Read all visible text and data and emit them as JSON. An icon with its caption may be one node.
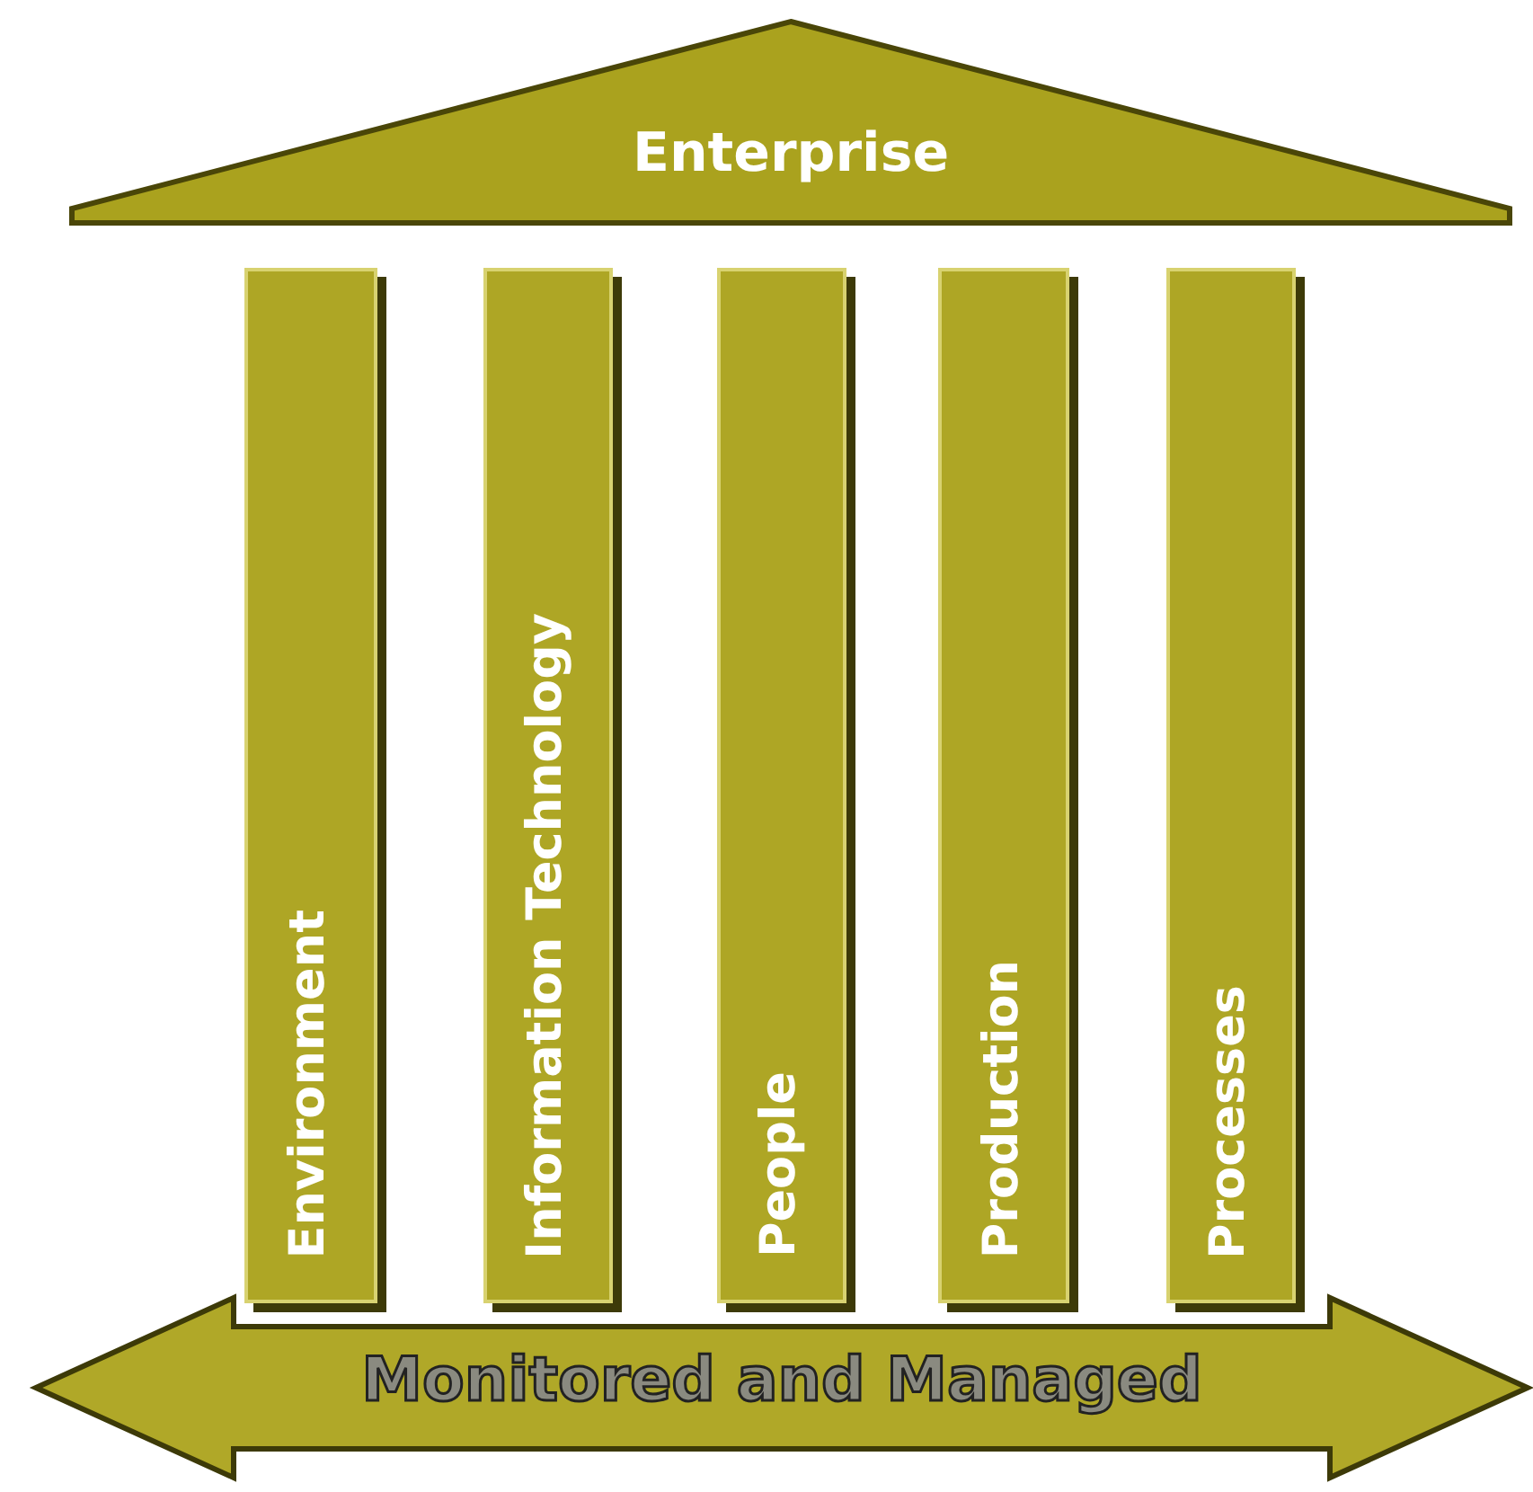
{
  "diagram": {
    "nodes": [
      {
        "text": [
          "Enterprise"
        ]
      },
      {
        "text": [
          "Environment"
        ]
      },
      {
        "text": [
          "Information Technology"
        ]
      },
      {
        "text": [
          "People"
        ]
      },
      {
        "text": [
          "Production"
        ]
      },
      {
        "text": [
          "Processes"
        ]
      },
      {
        "text": [
          "Monitored and Managed"
        ]
      }
    ],
    "edges": []
  }
}
